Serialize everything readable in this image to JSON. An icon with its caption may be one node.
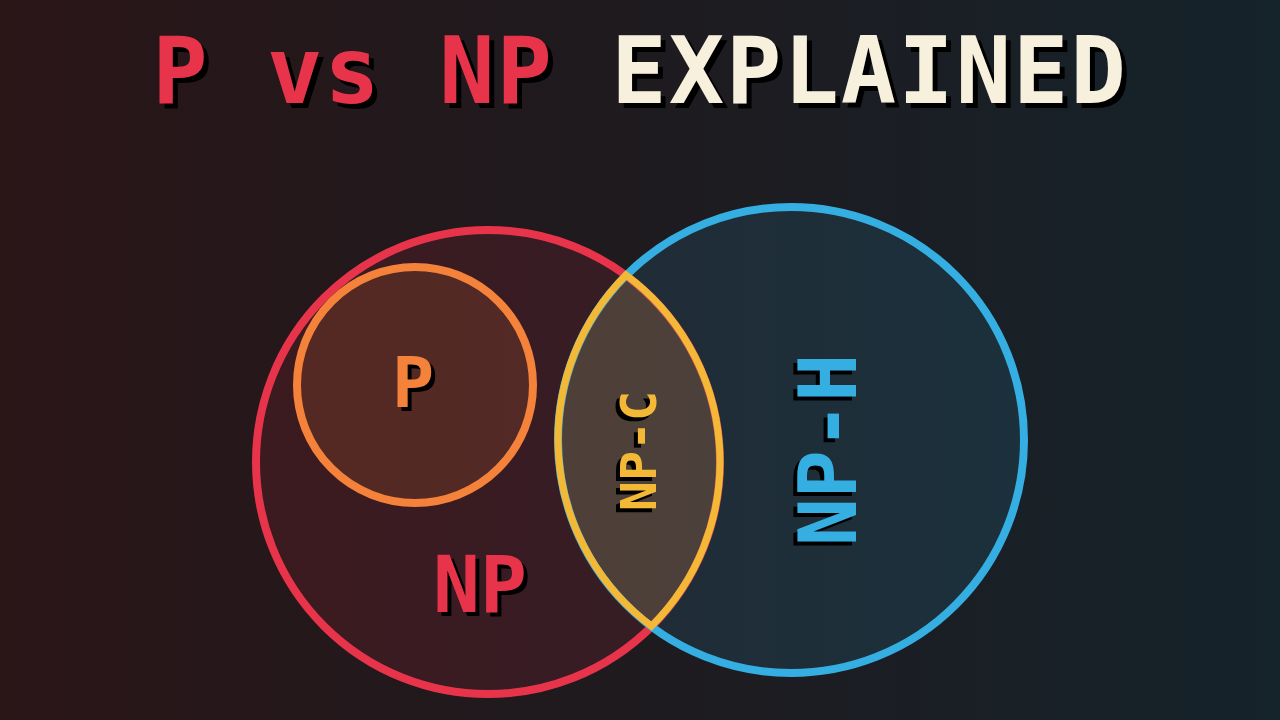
{
  "diagram": {
    "title": "P vs NP EXPLAINED",
    "nodes": [
      {
        "text": [
          "NP"
        ]
      },
      {
        "text": [
          "P"
        ],
        "in": 0
      },
      {
        "text": [
          "NP-H"
        ]
      },
      {
        "text": [
          "NP-C"
        ]
      }
    ]
  }
}
